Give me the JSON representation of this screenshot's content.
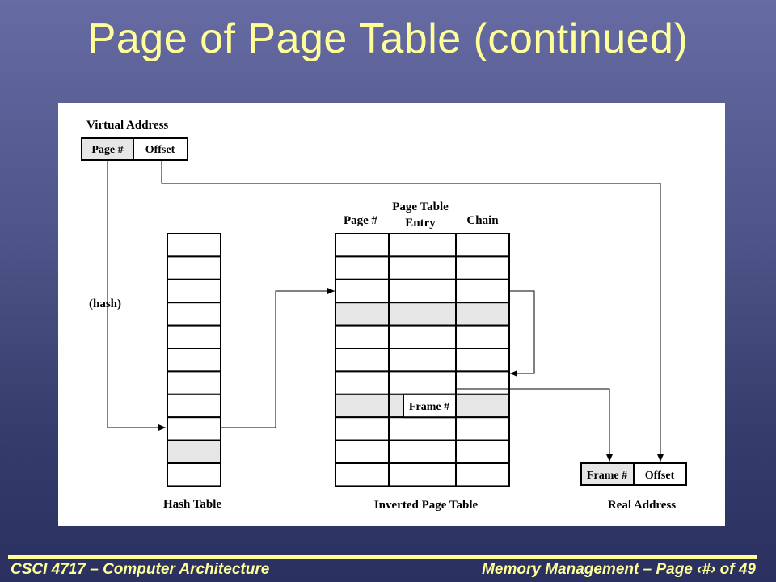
{
  "slide": {
    "title": "Page of Page Table (continued)",
    "title_color": "#ffff99"
  },
  "diagram": {
    "virtual_address": {
      "label": "Virtual Address",
      "fields": [
        "Page #",
        "Offset"
      ]
    },
    "hash_label": "(hash)",
    "hash_table": {
      "label": "Hash Table",
      "rows": 11,
      "highlighted_row": 9
    },
    "inverted_page_table": {
      "label": "Inverted Page Table",
      "headers": {
        "page": "Page #",
        "entry_line1": "Page Table",
        "entry_line2": "Entry",
        "chain": "Chain"
      },
      "rows": 11,
      "highlighted_rows": [
        3,
        7
      ],
      "frame_cell": "Frame #"
    },
    "real_address": {
      "label": "Real Address",
      "fields": [
        "Frame #",
        "Offset"
      ]
    },
    "highlight_color": "#e6e6e6"
  },
  "footer": {
    "left": "CSCI 4717 – Computer Architecture",
    "right": "Memory Management – Page ‹#› of 49"
  }
}
